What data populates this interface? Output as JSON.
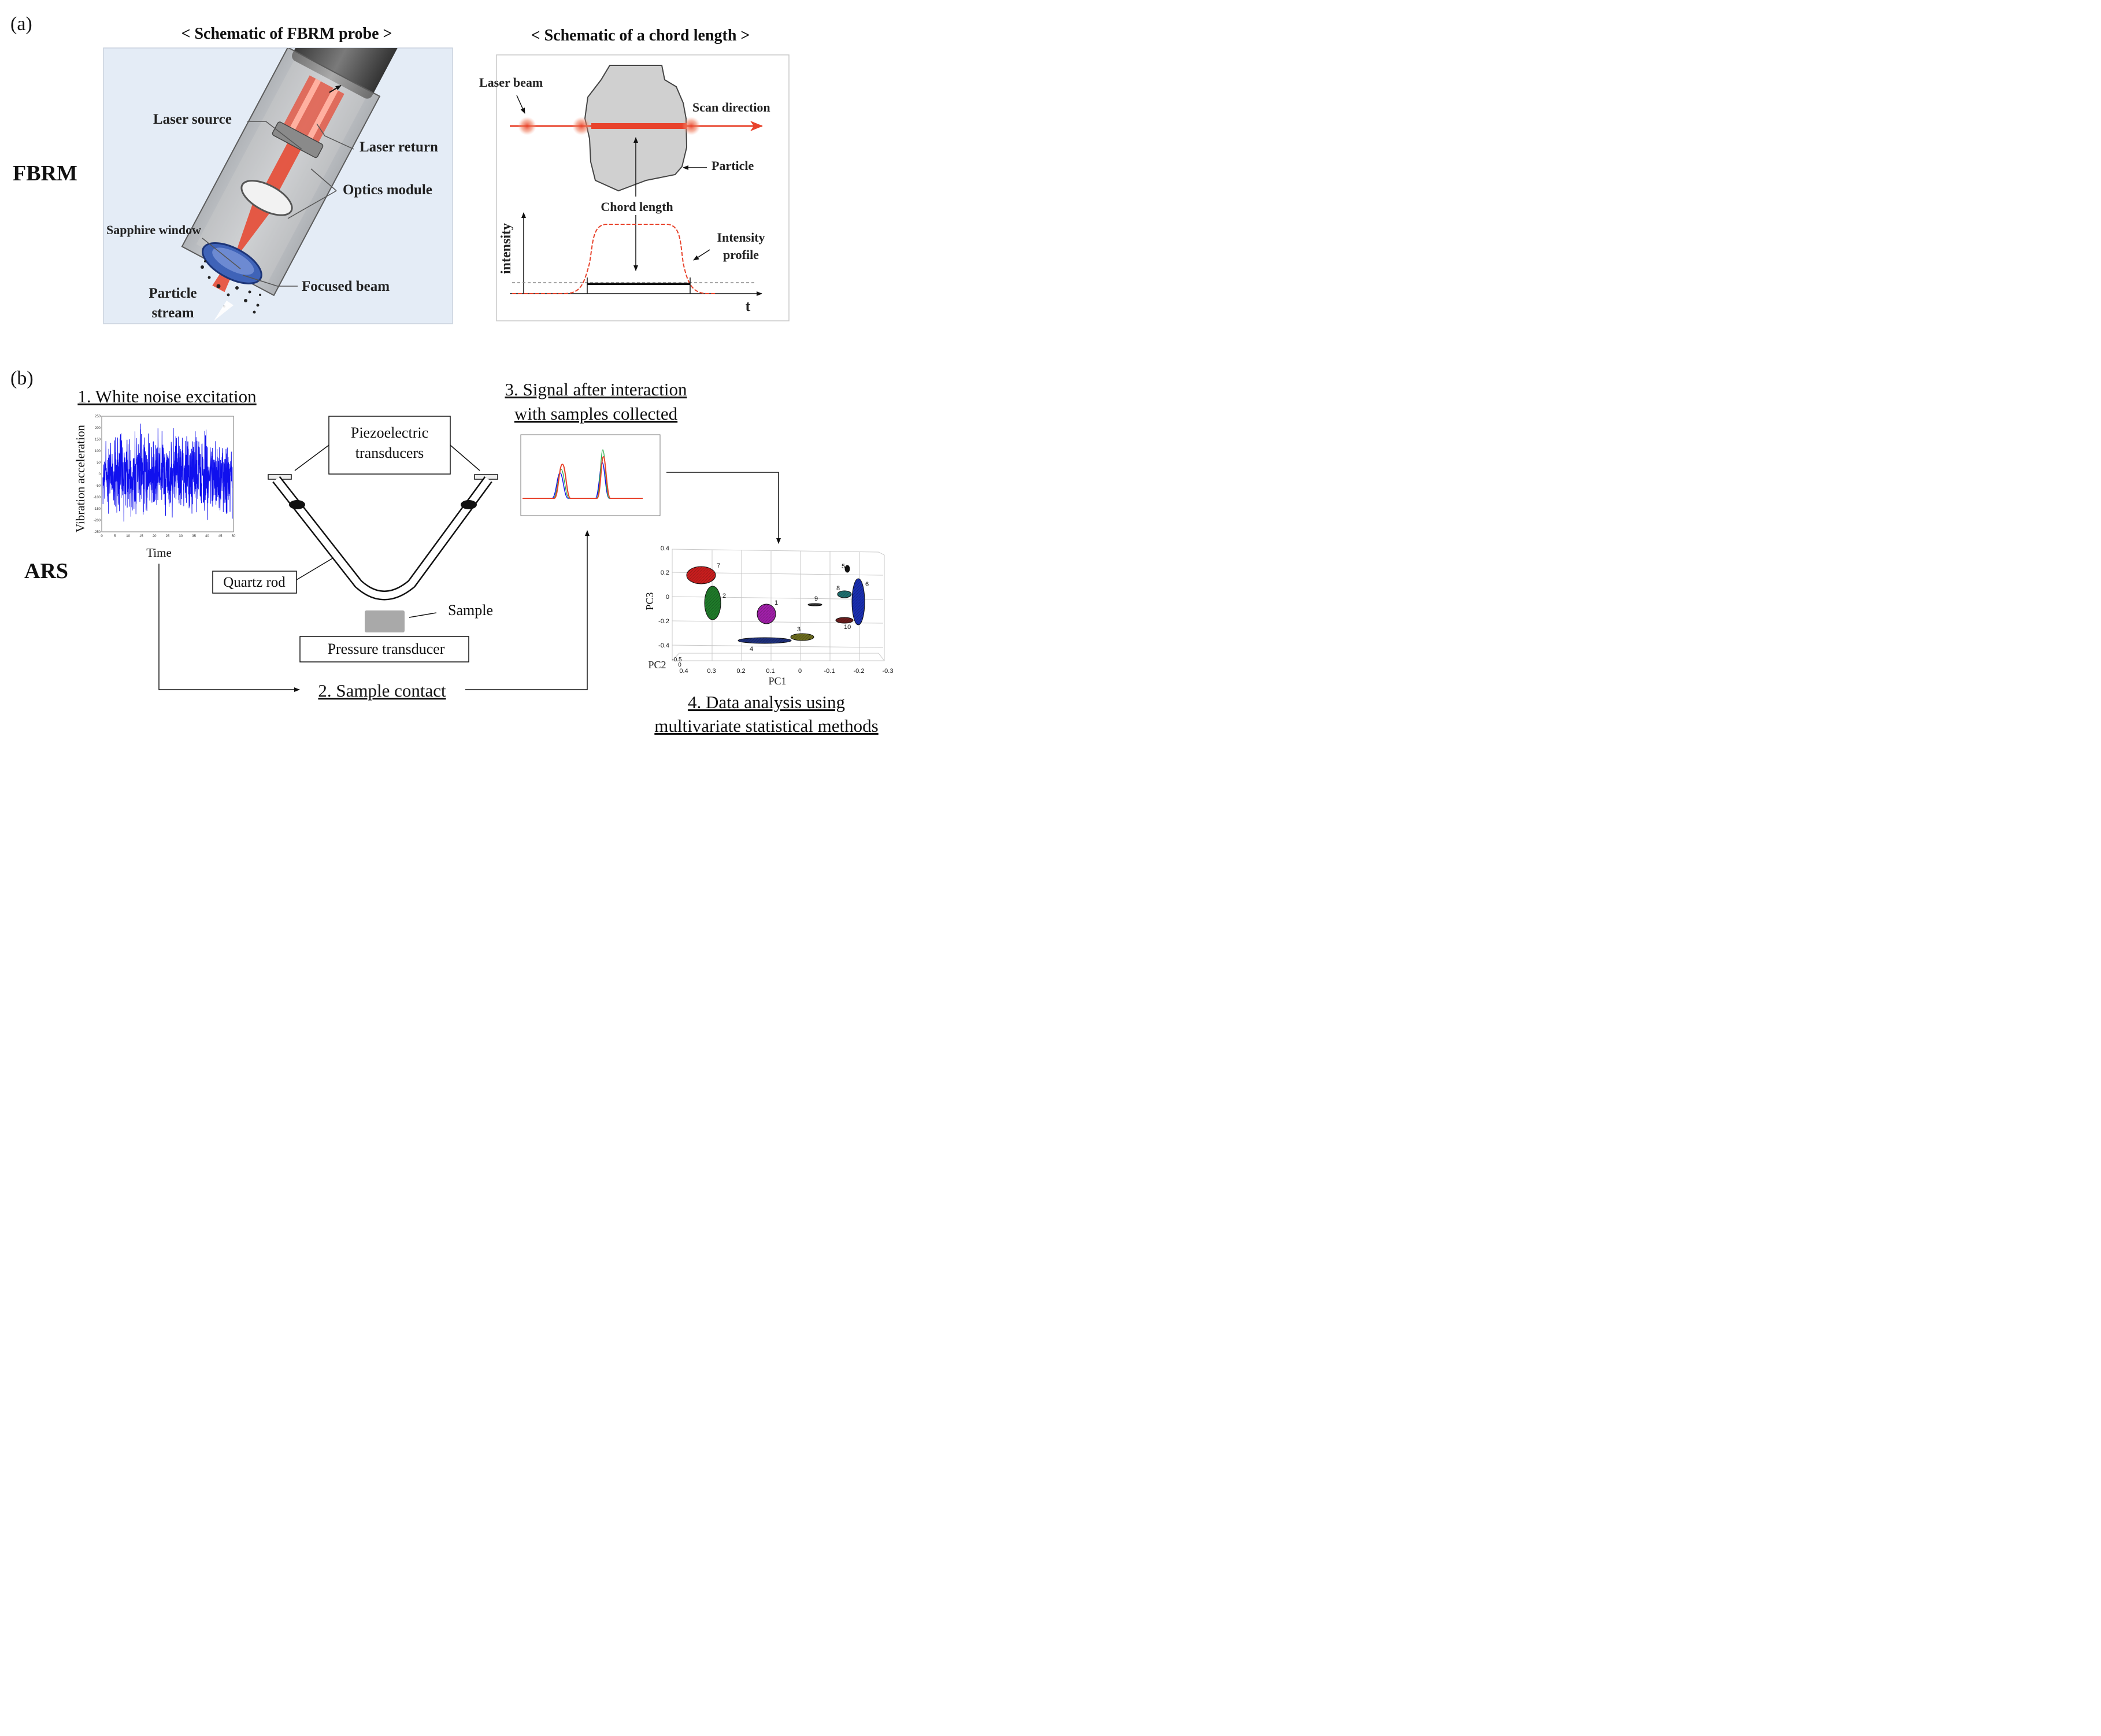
{
  "panel_a": {
    "letter": "(a)",
    "row_label": "FBRM",
    "probe": {
      "title": "< Schematic of FBRM probe >",
      "labels": {
        "laser_source": "Laser source",
        "laser_return": "Laser return",
        "optics_module": "Optics module",
        "sapphire_window": "Sapphire window",
        "focused_beam": "Focused beam",
        "particle_stream_1": "Particle",
        "particle_stream_2": "stream"
      }
    },
    "chord": {
      "title": "< Schematic of a chord length >",
      "labels": {
        "laser_beam": "Laser beam",
        "scan_direction": "Scan direction",
        "particle": "Particle",
        "chord_length": "Chord length",
        "intensity_axis": "intensity",
        "intensity_profile_1": "Intensity",
        "intensity_profile_2": "profile",
        "t_axis": "t"
      }
    },
    "colors": {
      "laser": "#e8432c",
      "probe_bg": "#e4ecf6",
      "window": "#3f63b8"
    }
  },
  "panel_b": {
    "letter": "(b)",
    "row_label": "ARS",
    "step1": {
      "title": "1. White noise excitation",
      "ylabel": "Vibration acceleration",
      "xlabel": "Time",
      "yticks": [
        "250",
        "200",
        "150",
        "100",
        "50",
        "0",
        "-50",
        "-100",
        "-150",
        "-200",
        "-250"
      ],
      "xticks": [
        "0",
        "5",
        "10",
        "15",
        "20",
        "25",
        "30",
        "35",
        "40",
        "45",
        "50"
      ]
    },
    "apparatus": {
      "piezo_1": "Piezoelectric",
      "piezo_2": "transducers",
      "quartz_rod": "Quartz rod",
      "sample": "Sample",
      "pressure": "Pressure transducer"
    },
    "step2": {
      "title": "2. Sample contact"
    },
    "step3": {
      "title_1": "3. Signal after interaction",
      "title_2": "with samples collected"
    },
    "step4": {
      "title_1": "4. Data analysis using",
      "title_2": "multivariate statistical methods",
      "ylabel": "PC3",
      "xlabel": "PC1",
      "zlabel": "PC2",
      "pc3_ticks": [
        "0.4",
        "0.2",
        "0",
        "-0.2",
        "-0.4"
      ],
      "pc1_ticks": [
        "0.4",
        "0.3",
        "0.2",
        "0.1",
        "0",
        "-0.1",
        "-0.2",
        "-0.3"
      ],
      "pc2_ticks": [
        "-0.5",
        "0"
      ],
      "clusters": [
        {
          "label": "1",
          "color": "#a020a8"
        },
        {
          "label": "2",
          "color": "#1f7a2a"
        },
        {
          "label": "3",
          "color": "#6b6b1e"
        },
        {
          "label": "4",
          "color": "#1e2f7a"
        },
        {
          "label": "5",
          "color": "#111111"
        },
        {
          "label": "6",
          "color": "#1a2fb0"
        },
        {
          "label": "7",
          "color": "#c81e1e"
        },
        {
          "label": "8",
          "color": "#1e6e6e"
        },
        {
          "label": "9",
          "color": "#333333"
        },
        {
          "label": "10",
          "color": "#6b1e1e"
        }
      ]
    }
  }
}
